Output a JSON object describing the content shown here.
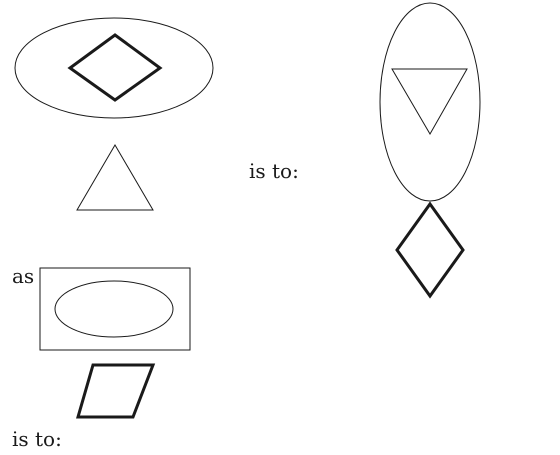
{
  "labels": {
    "is_to_first": "is to:",
    "as": "as",
    "is_to_second": "is to:"
  },
  "colors": {
    "stroke": "#1a1a1a",
    "background": "#ffffff"
  }
}
